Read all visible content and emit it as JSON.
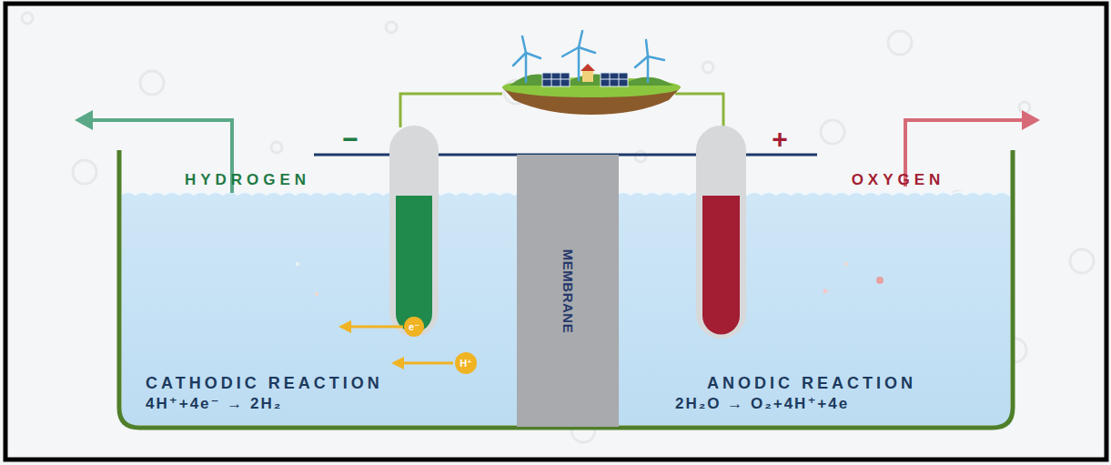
{
  "diagram": {
    "nodes": [
      {
        "text": [
          "MEMBRANE"
        ]
      },
      {
        "text": [
          "e⁻"
        ]
      },
      {
        "text": [
          "H⁺"
        ]
      }
    ],
    "labels": [
      "HYDROGEN",
      "OXYGEN",
      "−",
      "+",
      "CATHODIC REACTION",
      "4H⁺+4e⁻ → 2H₂",
      "ANODIC REACTION",
      "2H₂O → O₂+4H⁺+4e"
    ]
  }
}
